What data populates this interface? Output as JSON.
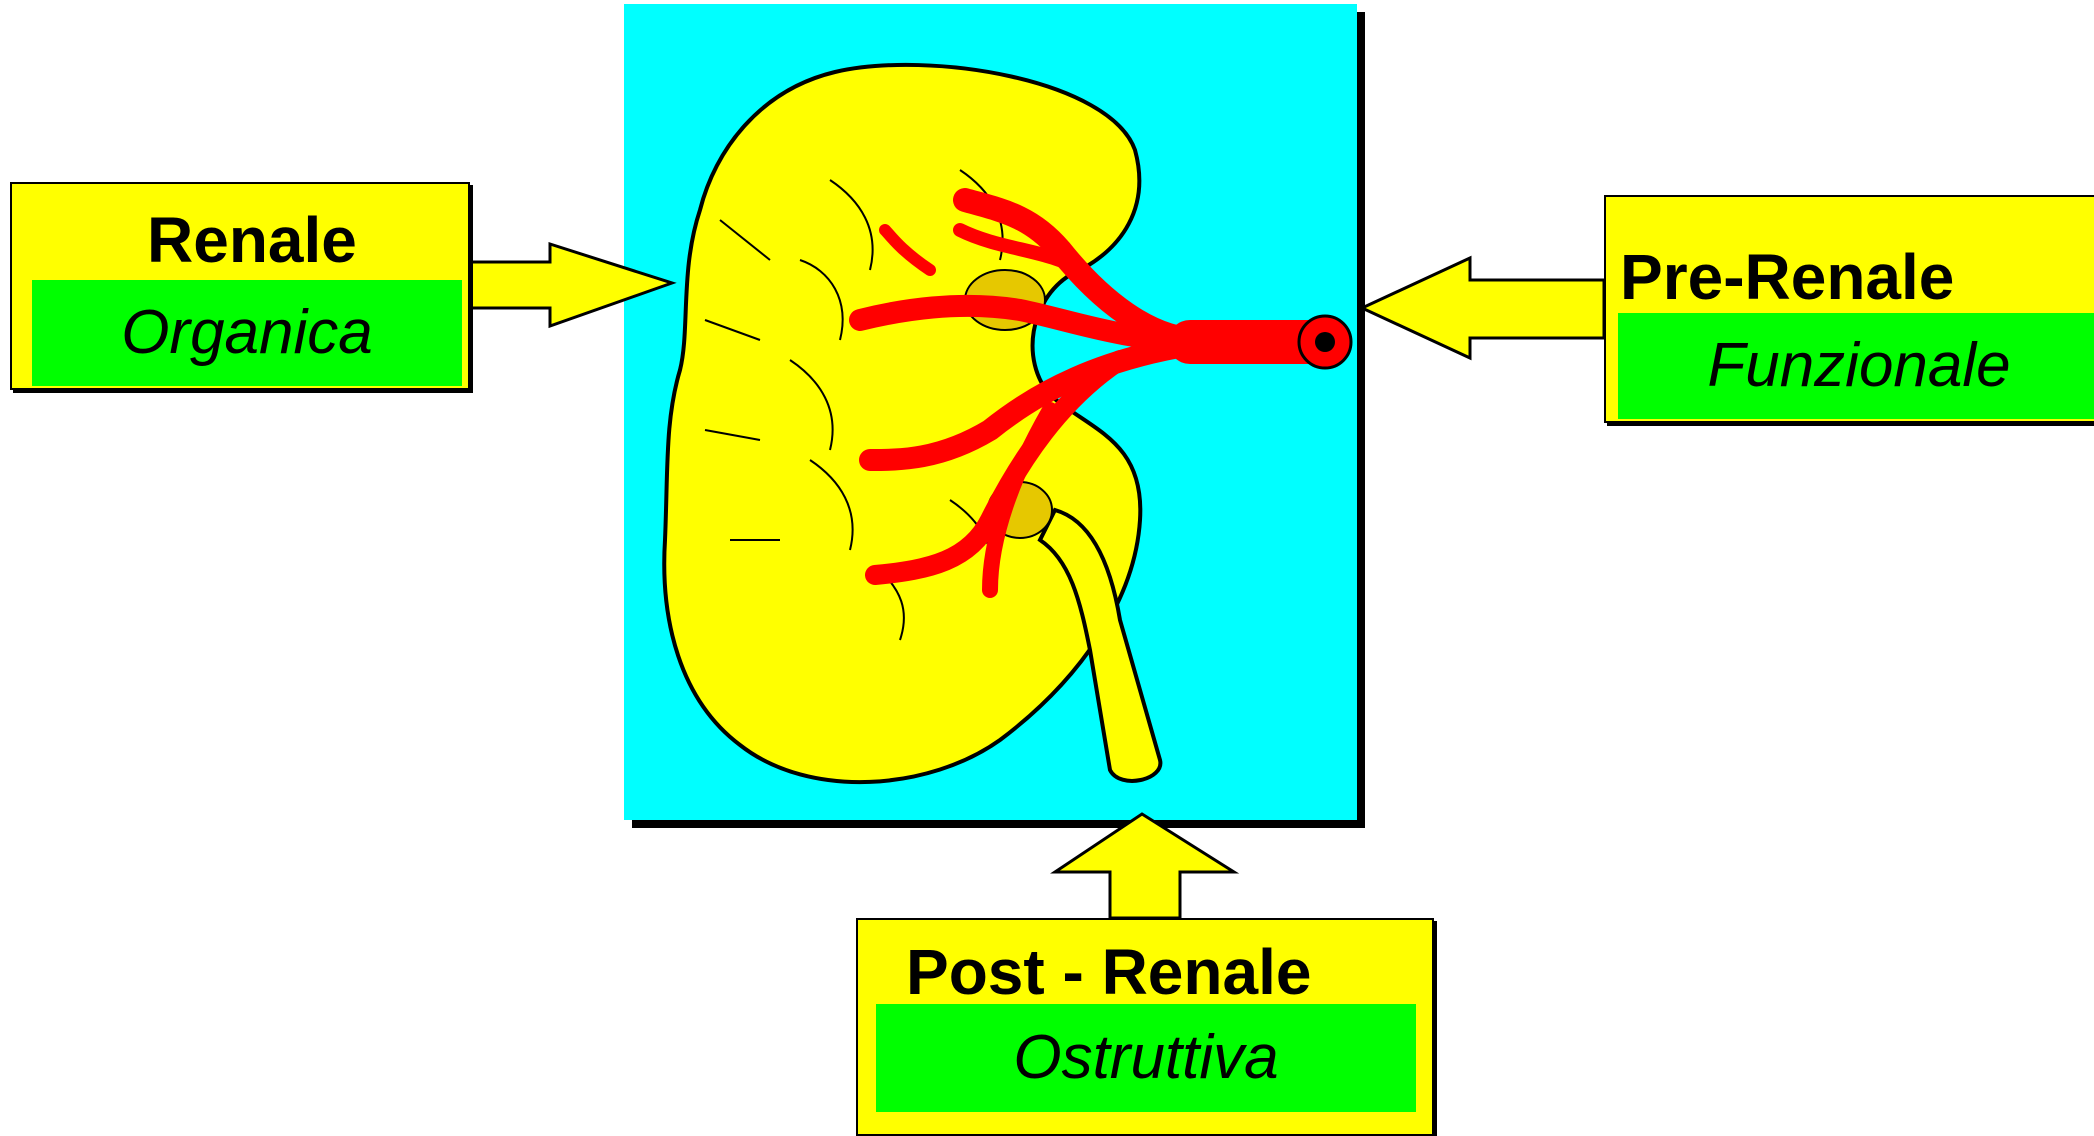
{
  "labels": {
    "renale": {
      "title": "Renale",
      "subtitle": "Organica"
    },
    "pre_renale": {
      "title": "Pre-Renale",
      "subtitle": "Funzionale"
    },
    "post_renale": {
      "title": "Post - Renale",
      "subtitle": "Ostruttiva"
    }
  },
  "colors": {
    "background": "#ffffff",
    "panel": "#00ffff",
    "kidney": "#ffff00",
    "vessel": "#ff0000",
    "label_box": "#ffff00",
    "label_sub": "#00ff00",
    "outline": "#000000"
  }
}
